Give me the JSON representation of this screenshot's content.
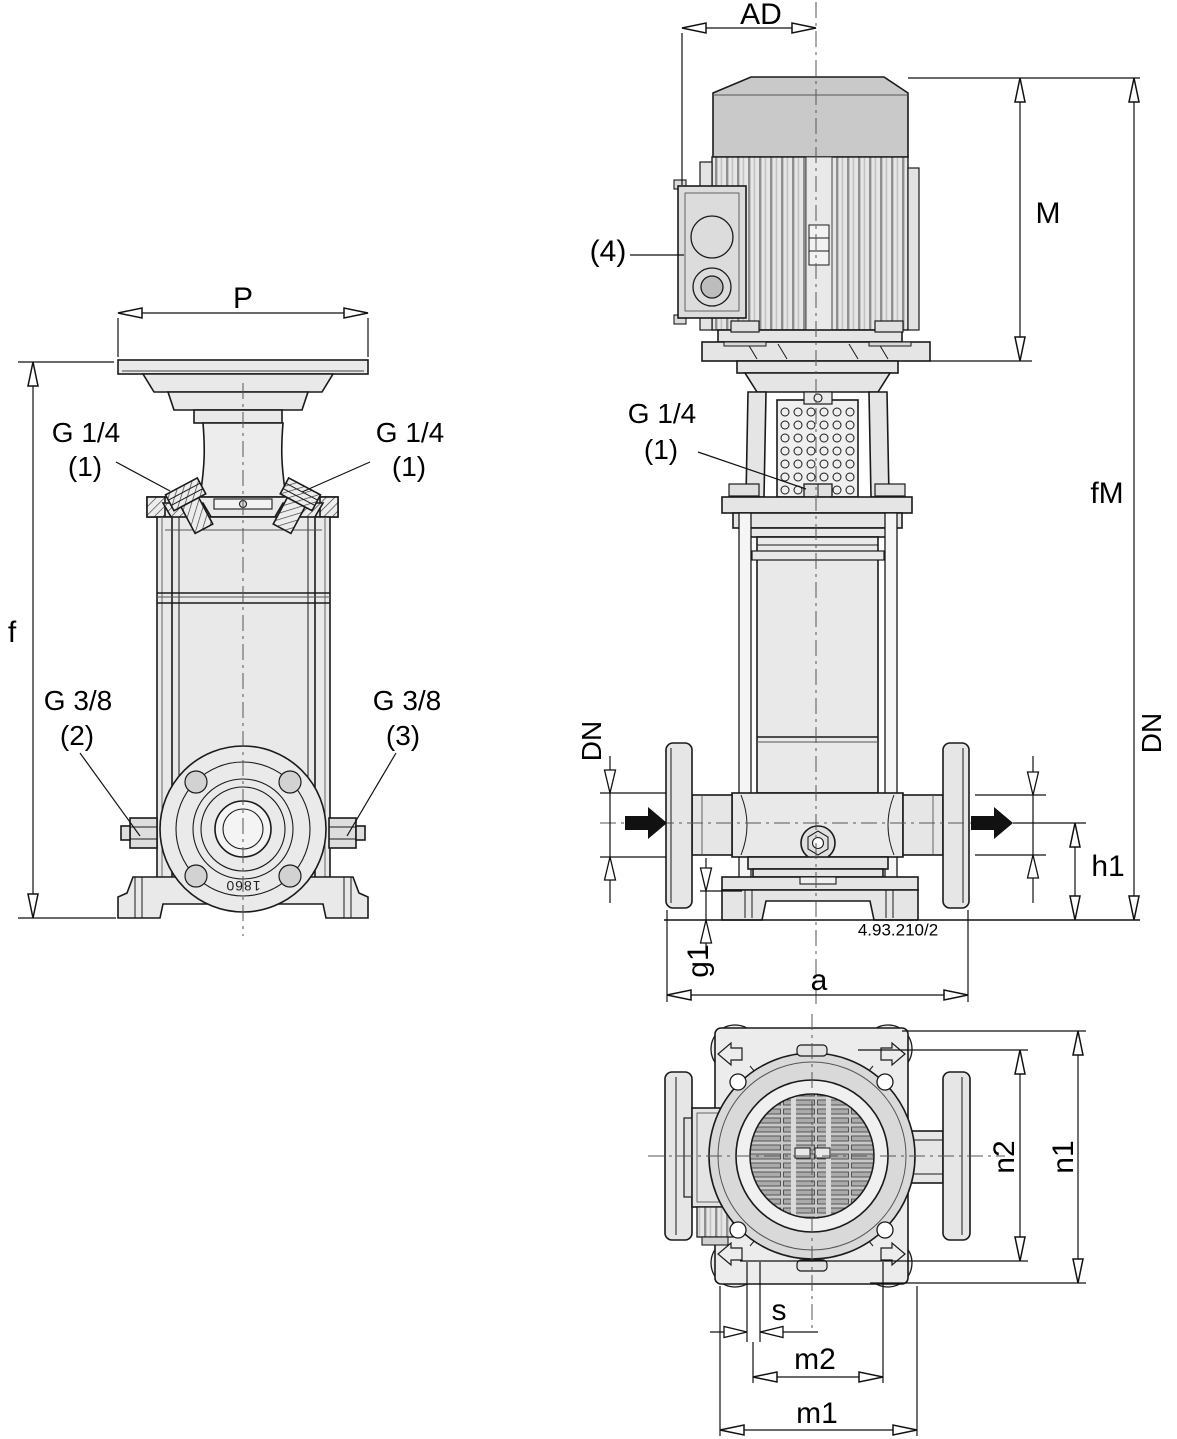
{
  "front_view": {
    "plate_width_dim": "P",
    "pump_height_dim": "f",
    "vent_port_left": {
      "thread": "G 1/4",
      "ref": "(1)"
    },
    "vent_port_right": {
      "thread": "G 1/4",
      "ref": "(1)"
    },
    "drain_port_left": {
      "thread": "G 3/8",
      "ref": "(2)"
    },
    "drain_port_right": {
      "thread": "G 3/8",
      "ref": "(3)"
    },
    "cast_marking": "1860"
  },
  "side_view": {
    "terminal_box_depth_dim": "AD",
    "motor_height_dim": "M",
    "total_height_dim": "fM",
    "terminal_box_ref": "(4)",
    "vent_port": {
      "thread": "G 1/4",
      "ref": "(1)"
    },
    "suction_nominal_dim": "DN",
    "discharge_nominal_dim": "DN",
    "port_centerline_height_dim": "h1",
    "base_height_dim": "g1",
    "flange_span_dim": "a",
    "drawing_number": "4.93.210/2"
  },
  "top_view": {
    "outline_width_dim": "n1",
    "bolt_span_dim": "n2",
    "slot_width_dim": "s",
    "bolt_pitch_dim": "m2",
    "outline_pitch_dim": "m1"
  }
}
